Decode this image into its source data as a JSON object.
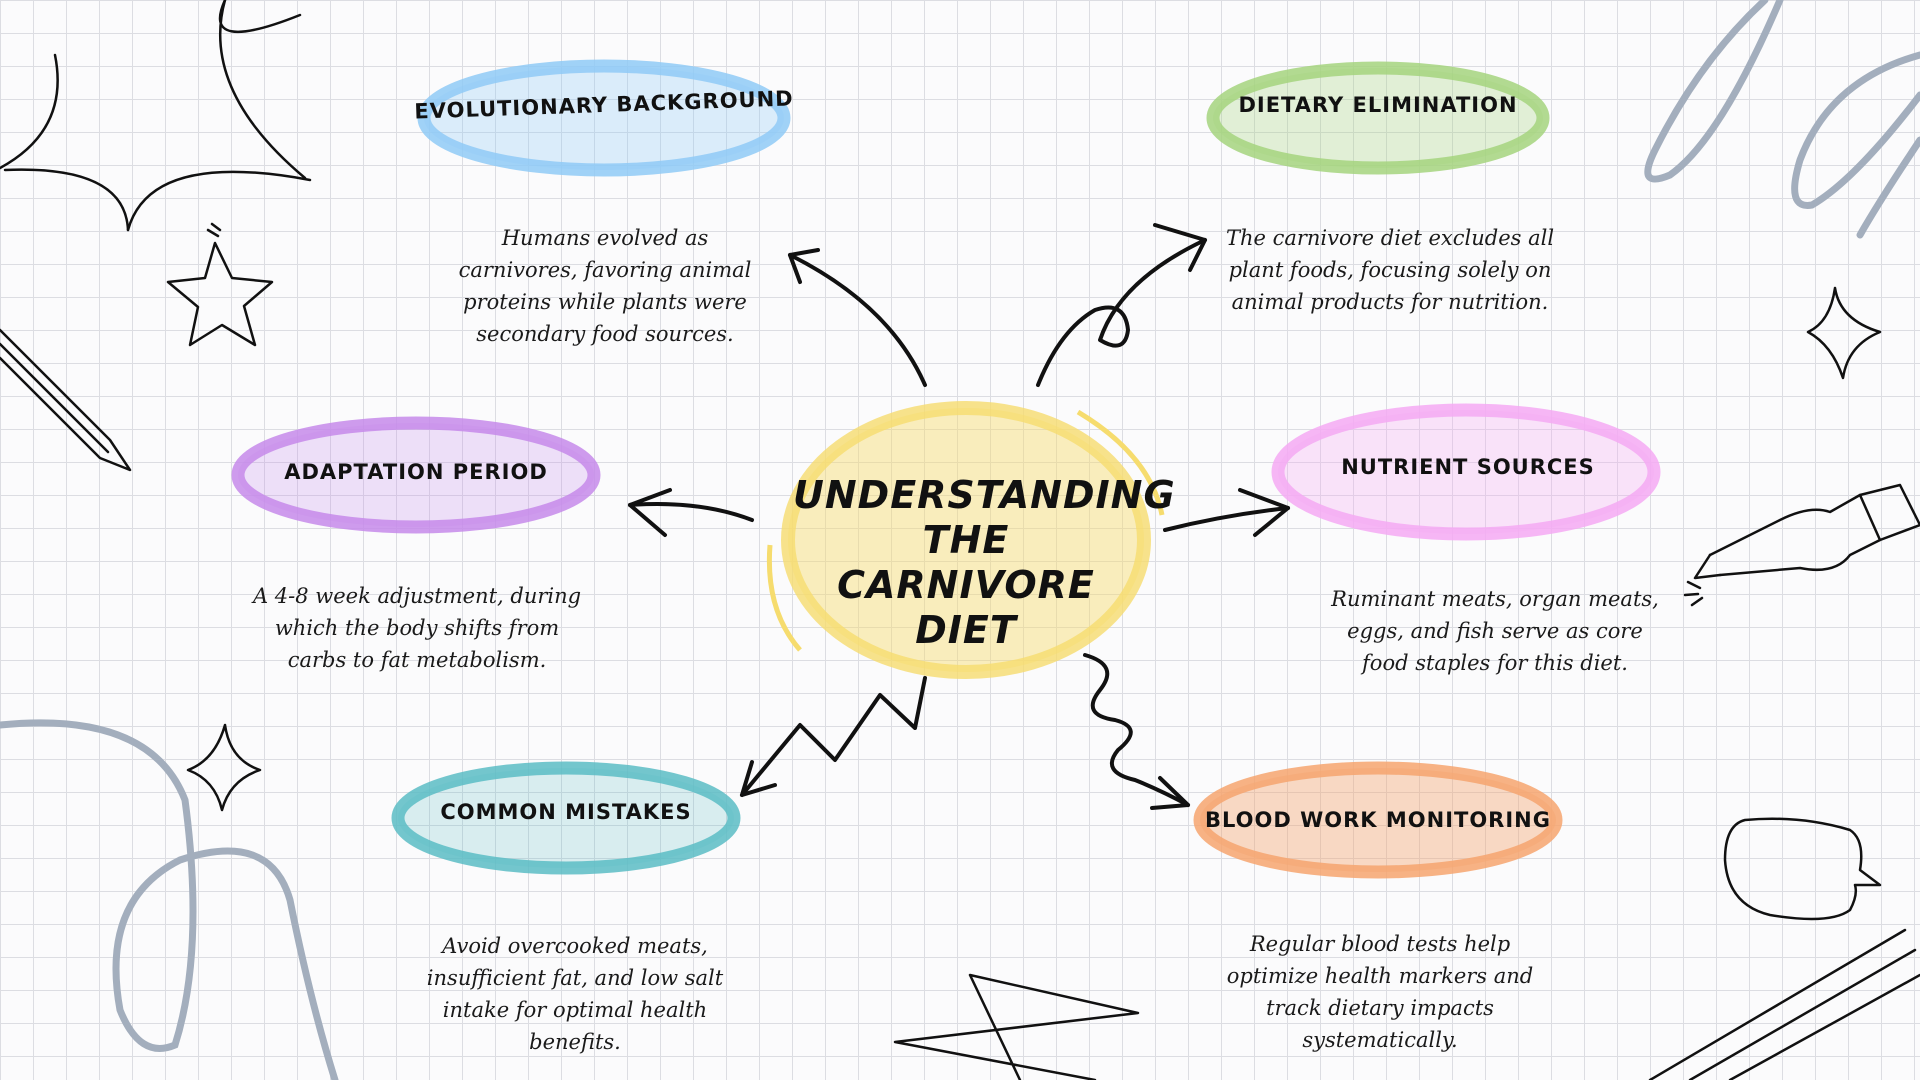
{
  "central": {
    "title": "Understanding the Carnivore Diet",
    "color": "#f6dc6e"
  },
  "topics": [
    {
      "id": "evolutionary",
      "label": "Evolutionary Background",
      "color": "#8fcaf6",
      "text": "Humans evolved as carnivores, favoring animal proteins while plants were secondary food sources."
    },
    {
      "id": "elimination",
      "label": "Dietary Elimination",
      "color": "#a5d47e",
      "text": "The carnivore diet excludes all plant foods, focusing solely on animal products for nutrition."
    },
    {
      "id": "adaptation",
      "label": "Adaptation Period",
      "color": "#c58aea",
      "text": "A 4-8 week adjustment, during which the body shifts from carbs to fat metabolism."
    },
    {
      "id": "nutrients",
      "label": "Nutrient Sources",
      "color": "#f5a9f3",
      "text": "Ruminant meats, organ meats, eggs, and fish serve as core food staples for this diet."
    },
    {
      "id": "mistakes",
      "label": "Common Mistakes",
      "color": "#5bbcc4",
      "text": "Avoid overcooked meats, insufficient fat, and low salt intake for optimal health benefits."
    },
    {
      "id": "bloodwork",
      "label": "Blood Work Monitoring",
      "color": "#f6a46e",
      "text": "Regular blood tests help optimize health markers and track dietary impacts systematically."
    }
  ]
}
